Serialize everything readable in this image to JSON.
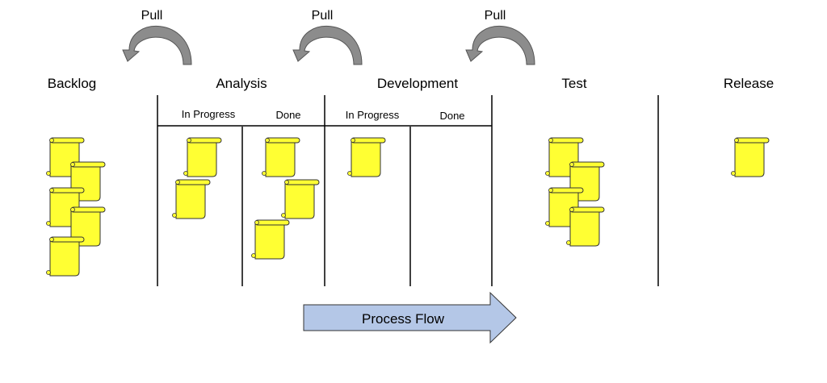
{
  "pull_label": "Pull",
  "stages": {
    "backlog": "Backlog",
    "analysis": "Analysis",
    "development": "Development",
    "test": "Test",
    "release": "Release"
  },
  "substages": {
    "analysis_in_progress": "In Progress",
    "analysis_done": "Done",
    "development_in_progress": "In Progress",
    "development_done": "Done"
  },
  "process_flow_label": "Process Flow",
  "colors": {
    "note_fill": "#ffff33",
    "pull_arrow": "#8c8c8c",
    "flow_arrow": "#b4c7e7"
  }
}
